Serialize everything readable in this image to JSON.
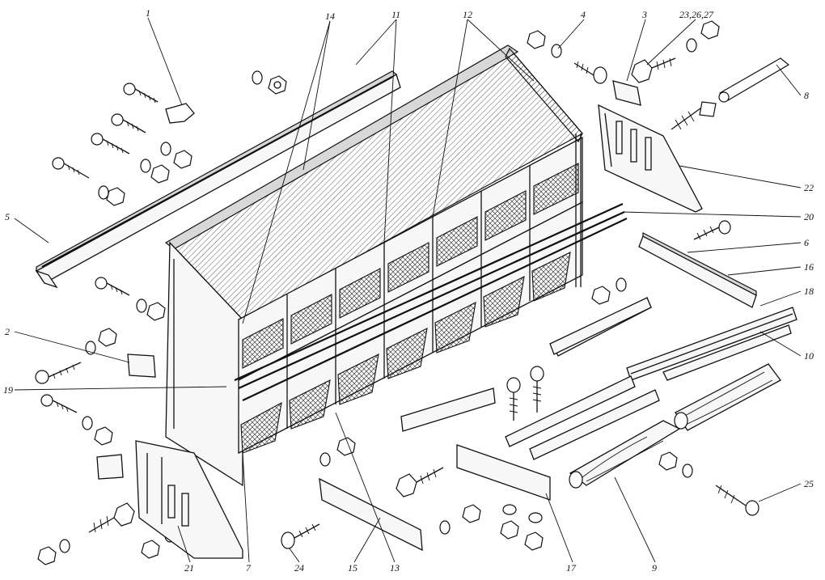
{
  "diagram": {
    "callouts": [
      {
        "label": "1"
      },
      {
        "label": "14"
      },
      {
        "label": "11"
      },
      {
        "label": "12"
      },
      {
        "label": "4"
      },
      {
        "label": "3"
      },
      {
        "label": "23,26,27"
      },
      {
        "label": "8"
      },
      {
        "label": "22"
      },
      {
        "label": "20"
      },
      {
        "label": "6"
      },
      {
        "label": "16"
      },
      {
        "label": "18"
      },
      {
        "label": "10"
      },
      {
        "label": "5"
      },
      {
        "label": "2"
      },
      {
        "label": "19"
      },
      {
        "label": "25"
      },
      {
        "label": "9"
      },
      {
        "label": "17"
      },
      {
        "label": "13"
      },
      {
        "label": "15"
      },
      {
        "label": "24"
      },
      {
        "label": "7"
      },
      {
        "label": "21"
      }
    ]
  }
}
